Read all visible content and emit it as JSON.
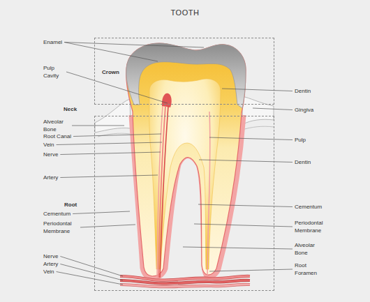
{
  "diagram": {
    "title": "TOOTH",
    "nodes": [
      {
        "text": [
          "Crown"
        ]
      },
      {
        "text": [
          "Root"
        ]
      }
    ],
    "labels": [
      "Enamel",
      "Pulp Cavity",
      "Dentin",
      "Neck",
      "Gingiva",
      "Alveolar Bone",
      "Root Canal",
      "Vein",
      "Nerve",
      "Pulp",
      "Dentin",
      "Artery",
      "Cementum",
      "Periodontal Membrane",
      "Cementum",
      "Periodontal Membrane",
      "Alveolar Bone",
      "Root Foramen",
      "Nerve",
      "Artery",
      "Vein"
    ]
  }
}
